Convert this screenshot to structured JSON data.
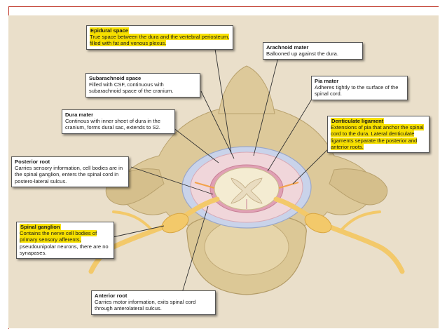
{
  "labels": {
    "epidural": {
      "title": "Epidural space",
      "text_a": "True space between the ",
      "text_b": "dura and the vertebral periosteum, filled with fat and venous plexus."
    },
    "arachnoid": {
      "title": "Arachnoid mater",
      "text": "Ballooned up against the dura."
    },
    "subarachnoid": {
      "title": "Subarachnoid space",
      "text": "Filled with CSF, continuous with subarachnoid space of the cranium."
    },
    "pia": {
      "title": "Pia mater",
      "text": "Adheres tightly to the surface of the spinal cord."
    },
    "dura": {
      "title": "Dura mater",
      "text": "Continous with inner sheet of dura in the cranium, forms dural sac, extends to S2."
    },
    "denticulate": {
      "title": "Denticulate ligament",
      "text": "Extensions of pia that anchor the spinal cord to the dura. Lateral denticulate ligaments separate the posterior and anterior roots."
    },
    "posterior_root": {
      "title": "Posterior root",
      "text": "Carries sensory information, cell bodies are in the spinal ganglion, enters the spinal cord in postero-lateral sulcus."
    },
    "spinal_ganglion": {
      "title": "Spinal ganglion",
      "text_a": "Contains the nerve cell bodies of primary sensory afferents,",
      "text_b": " pseudounipolar neurons, there are no synapases."
    },
    "anterior_root": {
      "title": "Anterior root",
      "text": "Carries motor information, exits spinal cord through anterolateral sulcus."
    }
  },
  "colors": {
    "highlight": "#f7e000",
    "background": "#eadfca",
    "bone": "#ddc99a",
    "dura": "#c9d3ea",
    "pia": "#e0a0b4",
    "cord": "#f4ecd2",
    "nerve": "#f3c96a",
    "accent_rule": "#c0392b"
  }
}
